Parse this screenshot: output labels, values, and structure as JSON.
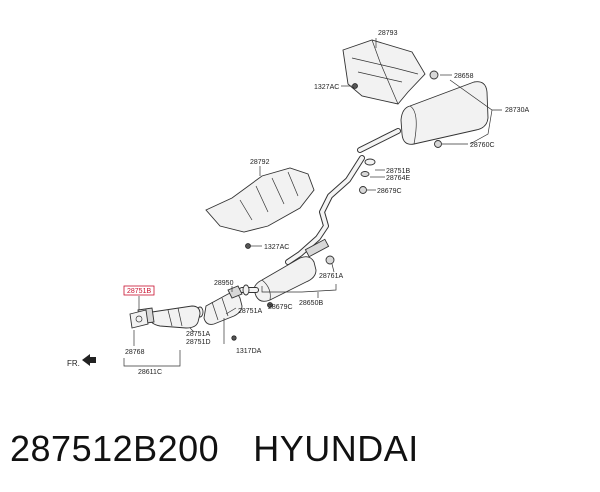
{
  "labels": {
    "p28793": "28793",
    "p1327ac_top": "1327AC",
    "p28658": "28658",
    "p28730a": "28730A",
    "p28760c": "28760C",
    "p28751b_right": "28751B",
    "p28764e": "28764E",
    "p28679c_top": "28679C",
    "p28792": "28792",
    "p1327ac_mid": "1327AC",
    "p28761a": "28761A",
    "p28950": "28950",
    "p28751b_hl": "28751B",
    "p28679c_mid": "28679C",
    "p28650b": "28650B",
    "p28751a_mid": "28751A",
    "p28751a_low": "28751A",
    "p28751d": "28751D",
    "p1317da": "1317DA",
    "p28768": "28768",
    "p28611c": "28611C",
    "fr": "FR."
  },
  "caption": {
    "part_number": "287512B200",
    "brand": "HYUNDAI"
  },
  "colors": {
    "highlight": "#c8102e"
  }
}
